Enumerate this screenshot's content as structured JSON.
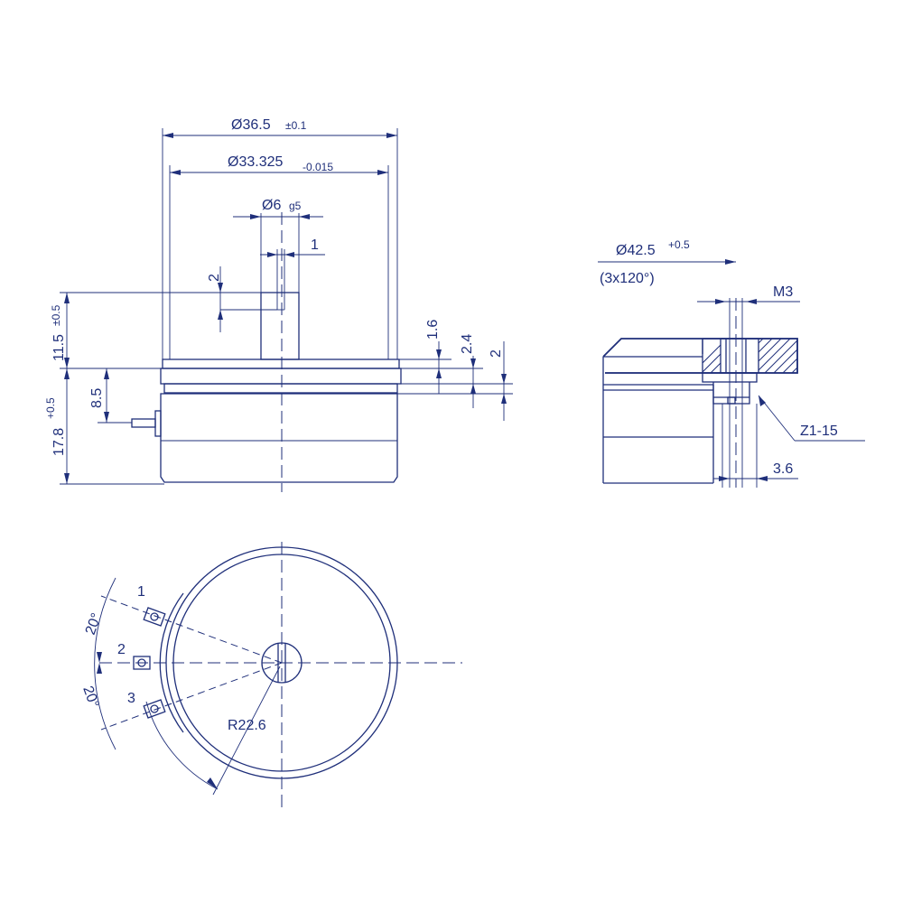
{
  "colors": {
    "ink": "#1f2f7a",
    "background": "#ffffff"
  },
  "front_view": {
    "dim_outer_diameter": "Ø36.5",
    "dim_outer_diameter_tol": "±0.1",
    "dim_inner_diameter": "Ø33.325",
    "dim_inner_diameter_tol": "-0.015",
    "dim_shaft_diameter": "Ø6",
    "dim_shaft_diameter_tol": "g5",
    "dim_slot_width": "1",
    "dim_slot_depth": "2",
    "dim_shaft_height": "11.5",
    "dim_shaft_height_tol": "±0.5",
    "dim_total_height": "17.8",
    "dim_total_height_tol": "+0.5",
    "dim_terminal_height": "8.5",
    "dim_flange_1": "1.6",
    "dim_flange_2": "2.4",
    "dim_flange_3": "2"
  },
  "side_view": {
    "dim_bolt_circle": "Ø42.5",
    "dim_bolt_circle_tol": "+0.5",
    "dim_bolt_pattern": "(3x120°)",
    "dim_thread": "M3",
    "dim_clamp_label": "Z1-15",
    "dim_clamp_width": "3.6"
  },
  "top_view": {
    "terminal_1": "1",
    "terminal_2": "2",
    "terminal_3": "3",
    "angle_top": "20°",
    "angle_bottom": "20°",
    "radius": "R22.6"
  }
}
